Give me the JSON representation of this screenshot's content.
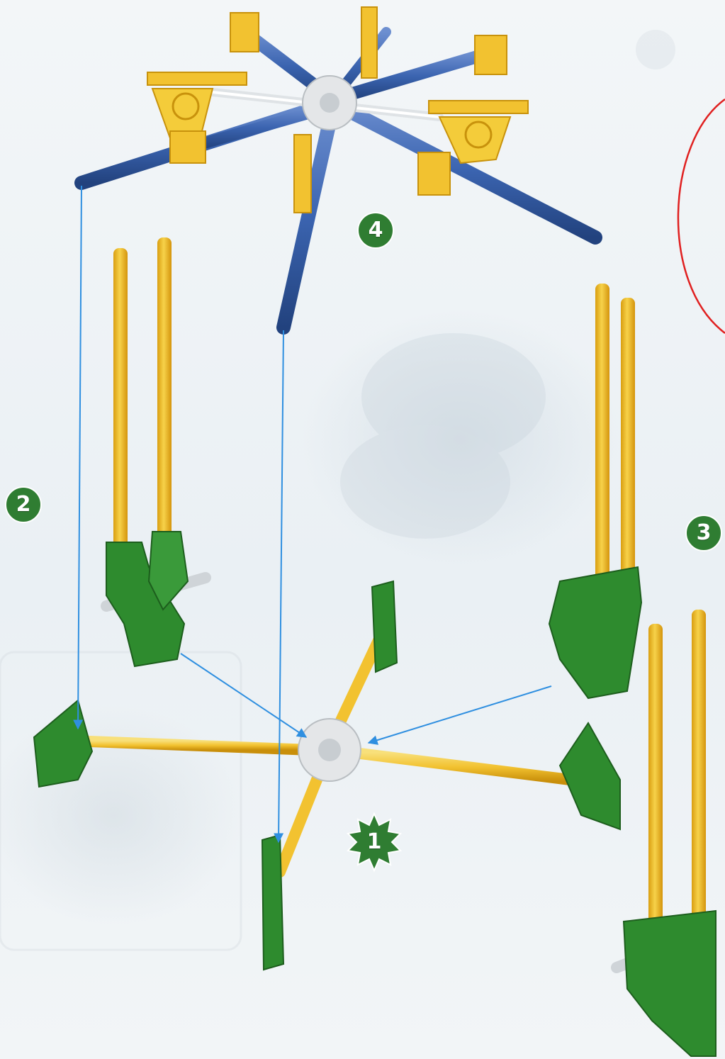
{
  "steps": [
    {
      "id": "step-1",
      "label": "1",
      "shape": "starburst",
      "color": "#2f7d32"
    },
    {
      "id": "step-2",
      "label": "2",
      "shape": "circle",
      "color": "#2f7d32"
    },
    {
      "id": "step-3",
      "label": "3",
      "shape": "circle",
      "color": "#2f7d32"
    },
    {
      "id": "step-4",
      "label": "4",
      "shape": "circle",
      "color": "#2f7d32"
    }
  ],
  "colors": {
    "yellow_rod": "#f2c230",
    "blue_rod": "#3b64b0",
    "green_connector": "#2e8b2e",
    "white_hub": "#e4e6e8",
    "assembly_arrow": "#2f8fe0",
    "callout_circle": "#e02020"
  },
  "parts": [
    "yellow-rod",
    "blue-rod",
    "green-connector",
    "white-hub",
    "yellow-connector",
    "grey-axle"
  ]
}
